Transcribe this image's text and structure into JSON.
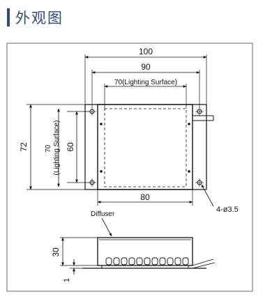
{
  "header": {
    "title": "外观图"
  },
  "drawing": {
    "dim_width_outer": "100",
    "dim_width_holes": "90",
    "dim_width_lighting": "70(Lighting Surface)",
    "dim_width_body": "80",
    "dim_height_outer": "72",
    "dim_height_lighting": "70\n(Lighting Surface)",
    "dim_height_holes": "60",
    "hole_callout": "4-ø3.5",
    "diffuser_label": "Diffuser",
    "dim_side_height": "30",
    "dim_diffuser_thickness": "1"
  },
  "colors": {
    "header_accent": "#2f4a7e",
    "line": "#111111"
  }
}
